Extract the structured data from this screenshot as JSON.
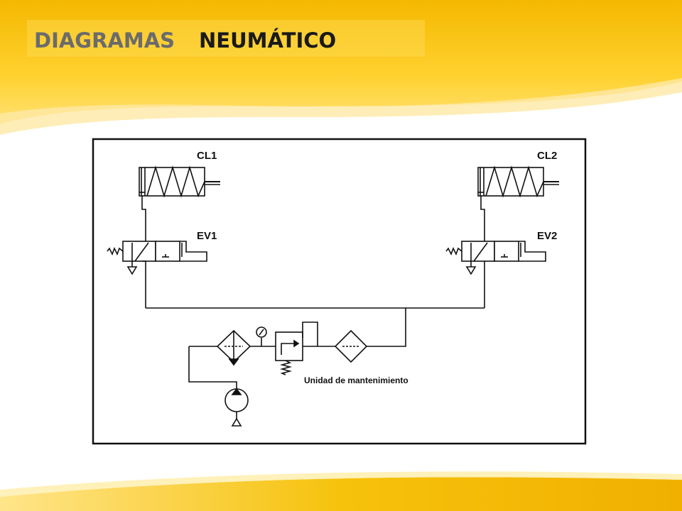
{
  "slide": {
    "title_left": "DIAGRAMAS",
    "title_right": "NEUMÁTICO",
    "colors": {
      "banner": "#f2b705",
      "banner_light": "#ffd84a",
      "gray_title": "#6b6b6b"
    }
  },
  "diagram": {
    "cylinder_left_label": "CL1",
    "cylinder_right_label": "CL2",
    "valve_left_label": "EV1",
    "valve_right_label": "EV2",
    "maintenance_unit_label": "Unidad de mantenimiento"
  }
}
